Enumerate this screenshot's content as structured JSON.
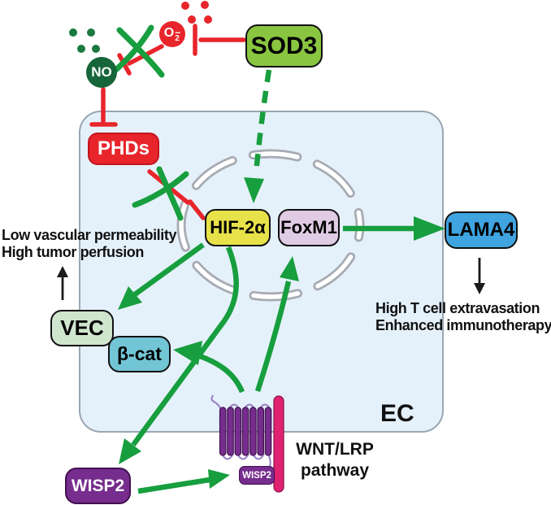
{
  "figure": {
    "cell_label": "EC",
    "description_colors": {
      "activation_arrow_green": "#179e3e",
      "inhibition_red": "#e8252b",
      "no_molecule_green": "#17653a",
      "cell_fill_blue": "#e5f1fa",
      "sod3_fill": "#8ac541",
      "phds_fill": "#e8252b",
      "hif2a_fill": "#e8e24a",
      "foxm1_fill": "#e0cbe4",
      "lama4_fill": "#3fa4e0",
      "vec_fill": "#cfe5cd",
      "bcat_fill": "#72c5d4",
      "wisp2_fill": "#762d8e",
      "lrp_bar_magenta": "#e02070"
    }
  },
  "nodes": {
    "no": {
      "label": "NO"
    },
    "superoxide": {
      "label_main": "O",
      "label_sub": "2",
      "label_sup": "−"
    },
    "sod3": {
      "label": "SOD3"
    },
    "phds": {
      "label": "PHDs"
    },
    "hif2a": {
      "label": "HIF-2α"
    },
    "foxm1": {
      "label": "FoxM1"
    },
    "lama4": {
      "label": "LAMA4"
    },
    "vec": {
      "label": "VEC"
    },
    "bcat": {
      "label": "β-cat"
    },
    "wisp2": {
      "label": "WISP2"
    },
    "wisp2_receptor": {
      "label": "WISP2"
    },
    "cell": {
      "label": "EC"
    }
  },
  "annotations": {
    "left": {
      "line1": "Low vascular permeability",
      "line2": "High tumor perfusion"
    },
    "right": {
      "line1": "High T cell extravasation",
      "line2": "Enhanced immunotherapy"
    },
    "pathway": {
      "line1": "WNT/LRP",
      "line2": "pathway"
    }
  },
  "edges": [
    {
      "from": "SOD3",
      "to": "O2−",
      "type": "inhibition"
    },
    {
      "from": "O2−",
      "to": "NO",
      "type": "inhibition",
      "state": "crossed-out"
    },
    {
      "from": "NO",
      "to": "PHDs",
      "type": "inhibition"
    },
    {
      "from": "PHDs",
      "to": "HIF-2α",
      "type": "inhibition",
      "state": "crossed-out"
    },
    {
      "from": "SOD3",
      "to": "HIF-2α",
      "type": "activation",
      "style": "dashed"
    },
    {
      "from": "HIF-2α",
      "to": "VEC",
      "type": "activation"
    },
    {
      "from": "HIF-2α",
      "to": "WISP2",
      "type": "activation"
    },
    {
      "from": "WISP2",
      "to": "WNT/LRP receptor",
      "type": "activation"
    },
    {
      "from": "WNT/LRP receptor",
      "to": "β-cat",
      "type": "activation"
    },
    {
      "from": "WNT/LRP receptor",
      "to": "FoxM1",
      "type": "activation"
    },
    {
      "from": "FoxM1",
      "to": "LAMA4",
      "type": "activation"
    },
    {
      "from": "VEC",
      "to": "Low vascular permeability / High tumor perfusion",
      "type": "leads-to"
    },
    {
      "from": "LAMA4",
      "to": "High T cell extravasation / Enhanced immunotherapy",
      "type": "leads-to"
    }
  ]
}
